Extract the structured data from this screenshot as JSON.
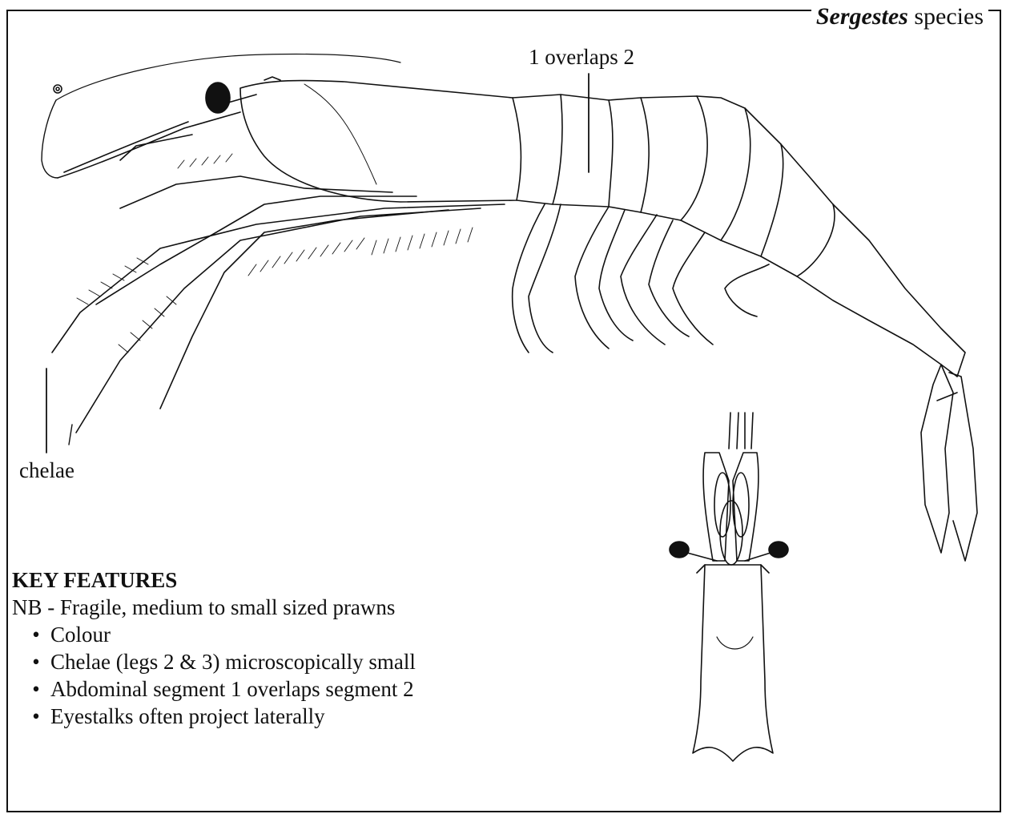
{
  "title": {
    "genus": "Sergestes",
    "rest": " species"
  },
  "labels": {
    "overlap": "1 overlaps 2",
    "chelae": "chelae"
  },
  "key_features": {
    "heading": "KEY FEATURES",
    "note": "NB - Fragile, medium to small sized prawns",
    "items": [
      "Colour",
      "Chelae (legs 2 & 3) microscopically small",
      "Abdominal segment 1 overlaps segment 2",
      "Eyestalks often project laterally"
    ]
  },
  "icons": [
    "lateral-prawn-drawing",
    "dorsal-prawn-drawing"
  ]
}
